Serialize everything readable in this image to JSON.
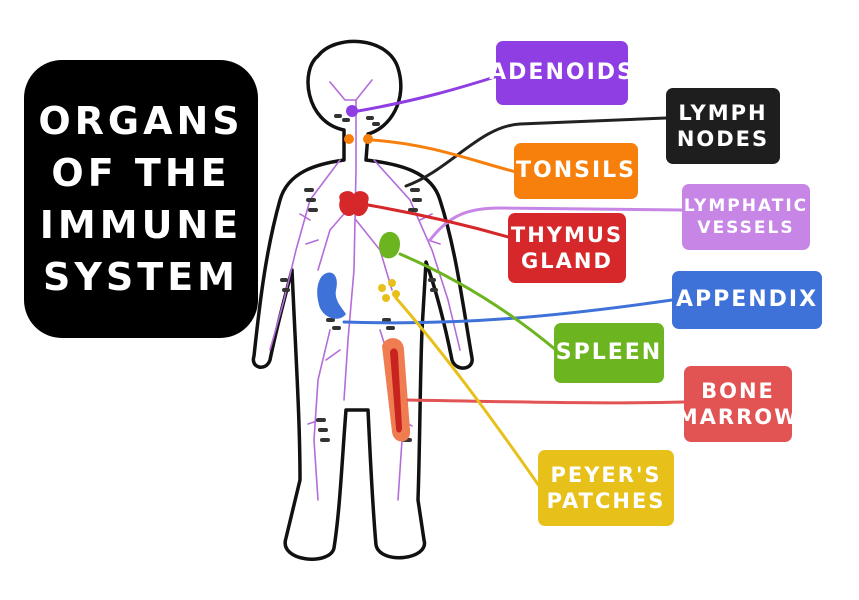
{
  "title": {
    "lines": [
      "ORGANS",
      "OF THE",
      "IMMUNE",
      "SYSTEM"
    ]
  },
  "labels": {
    "adenoids": {
      "lines": [
        "ADENOIDS"
      ],
      "color": "#8f3ee3"
    },
    "lymph_nodes": {
      "lines": [
        "LYMPH",
        "NODES"
      ],
      "color": "#1e1e1e"
    },
    "tonsils": {
      "lines": [
        "TONSILS"
      ],
      "color": "#f7800c"
    },
    "lymphatic_vessels": {
      "lines": [
        "LYMPHATIC",
        "VESSELS"
      ],
      "color": "#c786e6"
    },
    "thymus_gland": {
      "lines": [
        "THYMUS",
        "GLAND"
      ],
      "color": "#d6282a"
    },
    "appendix": {
      "lines": [
        "APPENDIX"
      ],
      "color": "#3f72d9"
    },
    "spleen": {
      "lines": [
        "SPLEEN"
      ],
      "color": "#6db520"
    },
    "bone_marrow": {
      "lines": [
        "BONE",
        "MARROW"
      ],
      "color": "#e25353"
    },
    "peyers_patches": {
      "lines": [
        "PEYER'S",
        "PATCHES"
      ],
      "color": "#e7c01a"
    }
  },
  "colors": {
    "body_outline": "#111111",
    "vessel": "#b46cd8",
    "node": "#333333"
  }
}
